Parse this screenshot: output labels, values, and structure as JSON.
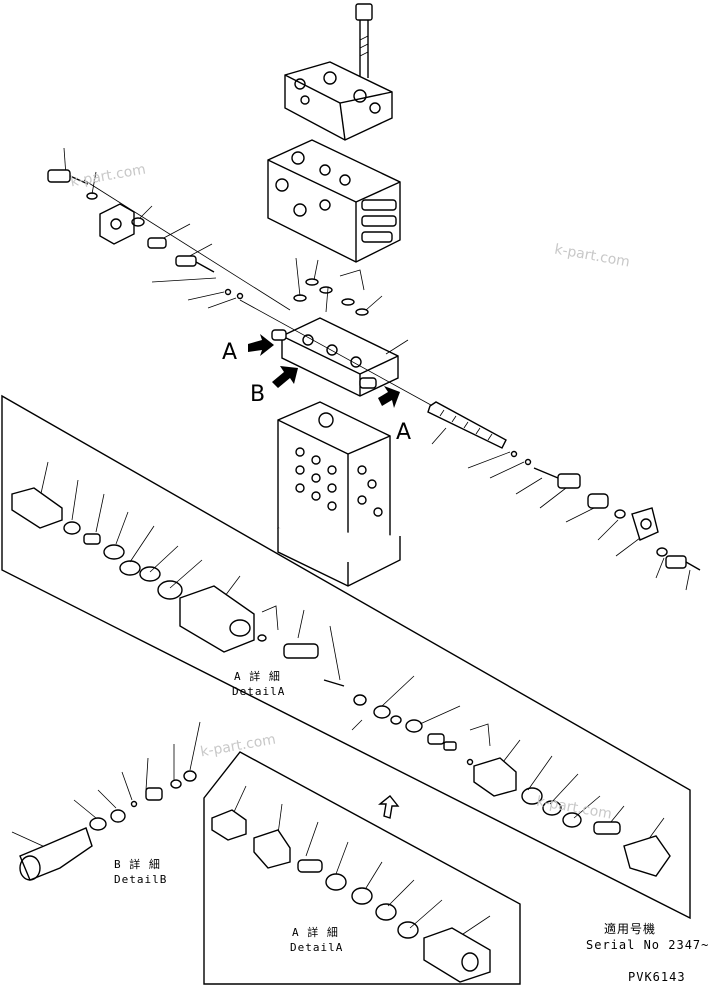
{
  "watermarks": [
    "k-part.com",
    "k-part.com",
    "k-part.com",
    "k-part.com"
  ],
  "callouts": {
    "arrow_a_left": "A",
    "arrow_b": "B",
    "arrow_a_right": "A"
  },
  "details": {
    "detail_a_upper": {
      "jp": "A 詳 細",
      "en": "DetailA"
    },
    "detail_b": {
      "jp": "B 詳 細",
      "en": "DetailB"
    },
    "detail_a_lower": {
      "jp": "A 詳 細",
      "en": "DetailA"
    }
  },
  "serial": {
    "jp": "適用号機",
    "en": "Serial No 2347~"
  },
  "drawing_code": "PVK6143"
}
